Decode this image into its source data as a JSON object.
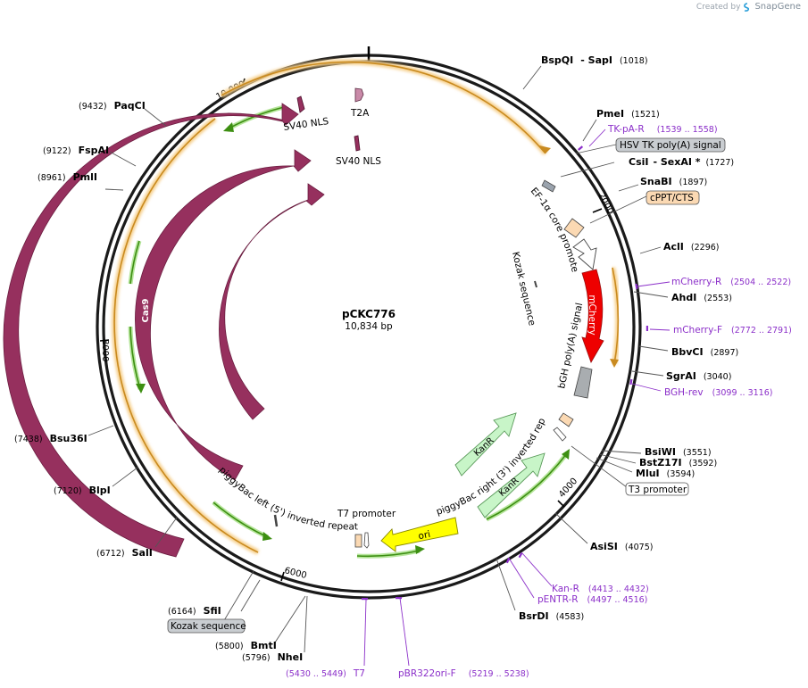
{
  "watermark": {
    "prefix": "Created by",
    "brand": "SnapGene"
  },
  "plasmid": {
    "name": "pCKC776",
    "size_label": "10,834 bp"
  },
  "ticks": [
    {
      "label": "2000"
    },
    {
      "label": "4000"
    },
    {
      "label": "6000"
    },
    {
      "label": "8000"
    },
    {
      "label": "10,000"
    }
  ],
  "enzymes": [
    {
      "name": "BspQI",
      "extra": "- SapI",
      "pos": "(1018)"
    },
    {
      "name": "PmeI",
      "pos": "(1521)"
    },
    {
      "name": "CsiI",
      "extra": "- SexAI *",
      "pos": "(1727)"
    },
    {
      "name": "SnaBI",
      "pos": "(1897)"
    },
    {
      "name": "AclI",
      "pos": "(2296)"
    },
    {
      "name": "AhdI",
      "pos": "(2553)"
    },
    {
      "name": "BbvCI",
      "pos": "(2897)"
    },
    {
      "name": "SgrAI",
      "pos": "(3040)"
    },
    {
      "name": "BsiWI",
      "pos": "(3551)"
    },
    {
      "name": "BstZ17I",
      "pos": "(3592)"
    },
    {
      "name": "MluI",
      "pos": "(3594)"
    },
    {
      "name": "AsiSI",
      "pos": "(4075)"
    },
    {
      "name": "BsrDI",
      "pos": "(4583)"
    },
    {
      "name": "NheI",
      "pos": "(5796)"
    },
    {
      "name": "BmtI",
      "pos": "(5800)"
    },
    {
      "name": "SfiI",
      "pos": "(6164)"
    },
    {
      "name": "SalI",
      "pos": "(6712)"
    },
    {
      "name": "BlpI",
      "pos": "(7120)"
    },
    {
      "name": "Bsu36I",
      "pos": "(7438)"
    },
    {
      "name": "PmlI",
      "pos": "(8961)"
    },
    {
      "name": "FspAI",
      "pos": "(9122)"
    },
    {
      "name": "PaqCI",
      "pos": "(9432)"
    }
  ],
  "primers": [
    {
      "name": "TK-pA-R",
      "pos": "(1539 .. 1558)"
    },
    {
      "name": "mCherry-R",
      "pos": "(2504 .. 2522)"
    },
    {
      "name": "mCherry-F",
      "pos": "(2772 .. 2791)"
    },
    {
      "name": "BGH-rev",
      "pos": "(3099 .. 3116)"
    },
    {
      "name": "Kan-R",
      "pos": "(4413 .. 4432)"
    },
    {
      "name": "pENTR-R",
      "pos": "(4497 .. 4516)"
    },
    {
      "name": "pBR322ori-F",
      "pos": "(5219 .. 5238)"
    },
    {
      "name": "T7",
      "pos": "(5430 .. 5449)"
    }
  ],
  "boxed_labels": [
    {
      "text": "HSV TK poly(A) signal"
    },
    {
      "text": "cPPT/CTS"
    },
    {
      "text": "T3 promoter"
    },
    {
      "text": "Kozak sequence"
    }
  ],
  "features": {
    "ef1a": "EF-1α core promoter",
    "kozak_inner": "Kozak sequence",
    "mcherry": "mCherry",
    "bgh": "bGH poly(A) signal",
    "pb_right": "piggyBac right (3') inverted repeat",
    "kanr1": "KanR",
    "kanr2": "KanR",
    "t7_promoter": "T7 promoter",
    "ori": "ori",
    "pb_left": "piggyBac left (5') inverted repeat",
    "cas9_1": "Cas9",
    "cas9_2": "Cas9",
    "cas9_3": "Cas9",
    "sv40_1": "SV40 NLS",
    "sv40_2": "SV40 NLS",
    "t2a": "T2A"
  },
  "colors": {
    "backbone": "#1a1a1a",
    "orf_orange": "#e8a33a",
    "orf_green": "#3d8f12",
    "cas9": "#96305e",
    "mcherry": "#ee0000",
    "kanr": "#c8f5c8",
    "ori": "#ffff00",
    "primer": "#8b2fc9",
    "polyA": "#a9adb0",
    "cppt": "#fbd9b3"
  }
}
